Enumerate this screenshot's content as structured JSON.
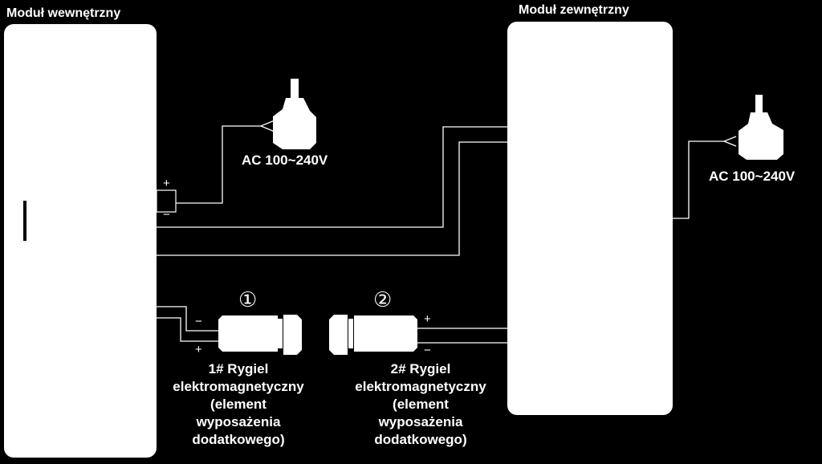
{
  "indoor_module": {
    "title": "Moduł wewnętrzny"
  },
  "outdoor_module": {
    "title": "Moduł zewnętrzny"
  },
  "power_supply_indoor": {
    "label": "AC 100~240V",
    "polarity_plus": "+",
    "polarity_minus": "−"
  },
  "power_supply_outdoor": {
    "label": "AC 100~240V"
  },
  "lock_1": {
    "number": "①",
    "label_lines": [
      "1# Rygiel",
      "elektromagnetyczny",
      "(element",
      "wyposażenia",
      "dodatkowego)"
    ],
    "polarity_minus": "−",
    "polarity_plus": "+"
  },
  "lock_2": {
    "number": "②",
    "label_lines": [
      "2# Rygiel",
      "elektromagnetyczny",
      "(element",
      "wyposażenia",
      "dodatkowego)"
    ],
    "polarity_plus": "+",
    "polarity_minus": "−"
  },
  "colors": {
    "background": "#000000",
    "foreground": "#ffffff"
  }
}
